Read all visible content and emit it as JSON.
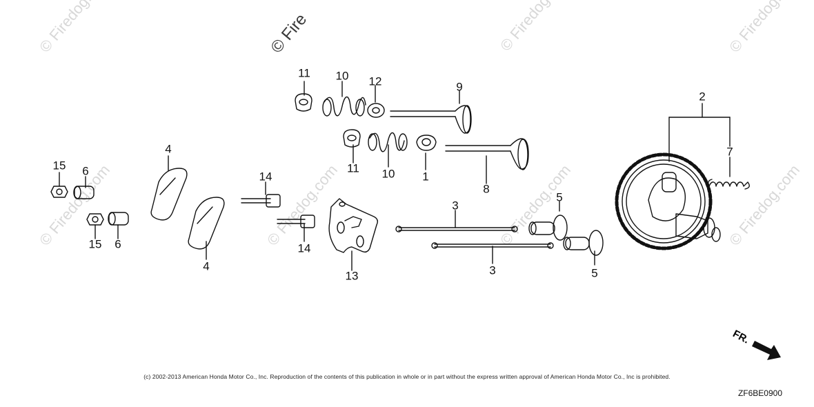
{
  "watermarks": [
    "© Firedog.com",
    "© Fire",
    "© Firedog.com",
    "© Firedog.com",
    "© Firedog.com",
    "© Firedog.com",
    "© Firedog.com",
    "© Firedog.com"
  ],
  "callouts": [
    "11",
    "10",
    "12",
    "9",
    "11",
    "10",
    "1",
    "8",
    "2",
    "7",
    "4",
    "15",
    "6",
    "14",
    "15",
    "6",
    "4",
    "14",
    "13",
    "3",
    "5",
    "3",
    "5"
  ],
  "front_indicator": "FR.",
  "copyright": "(c) 2002-2013 American Honda Motor Co., Inc. Reproduction of the contents of this publication in whole or in part without the express written approval of American Honda Motor Co., Inc is prohibited.",
  "diagram_code": "ZF6BE0900"
}
